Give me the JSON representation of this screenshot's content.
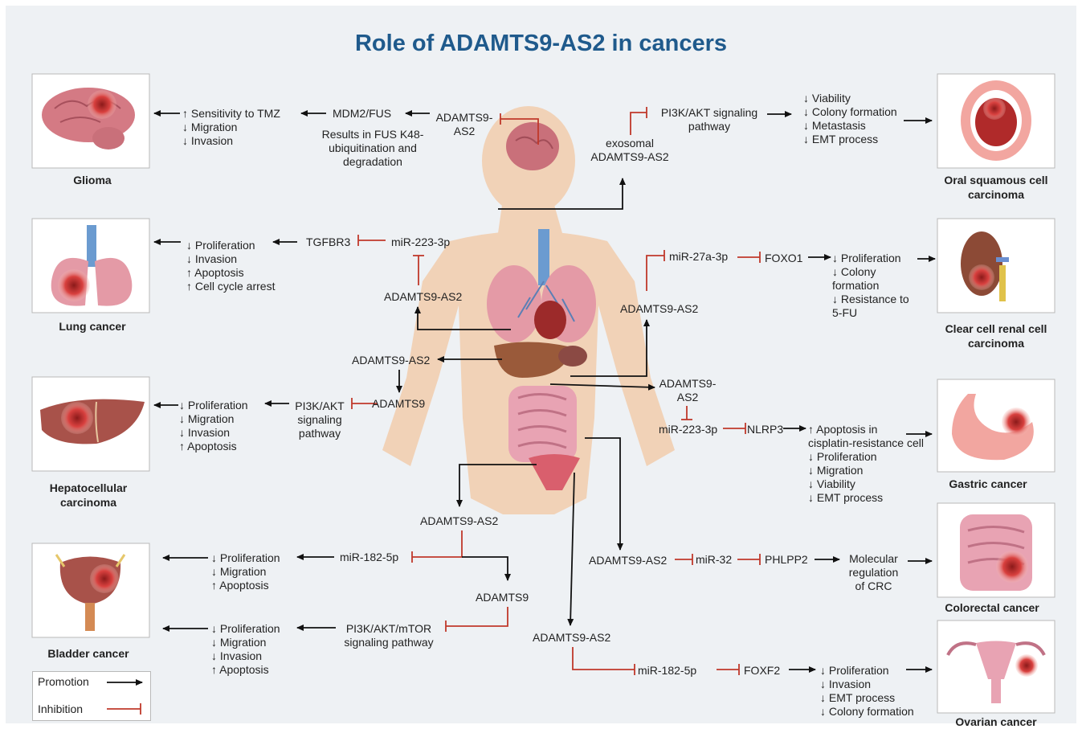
{
  "title": "Role of ADAMTS9-AS2 in cancers",
  "colors": {
    "title": "#1f5a8c",
    "promotion": "#111111",
    "inhibition": "#c0392b",
    "background": "#eef1f4"
  },
  "cancers": {
    "glioma": "Glioma",
    "lung": "Lung cancer",
    "hcc": "Hepatocellular\ncarcinoma",
    "bladder": "Bladder cancer",
    "oscc": "Oral squamous cell\ncarcinoma",
    "ccrcc": "Clear cell renal cell\ncarcinoma",
    "gastric": "Gastric cancer",
    "colorectal": "Colorectal cancer",
    "ovarian": "Ovarian cancer"
  },
  "nodes": {
    "glioma_effects": "↑ Sensitivity to TMZ\n↓ Migration\n↓ Invasion",
    "glioma_mdm2": "MDM2/FUS",
    "glioma_adamts": "ADAMTS9-\nAS2",
    "glioma_note": "Results in FUS K48-\nubiquitination and\ndegradation",
    "lung_effects": "↓ Proliferation\n↓ Invasion\n↑ Apoptosis\n↑ Cell cycle arrest",
    "lung_tgfbr3": "TGFBR3",
    "lung_mir": "miR-223-3p",
    "lung_adamts": "ADAMTS9-AS2",
    "hcc_adamts": "ADAMTS9-AS2",
    "hcc_adamts9": "ADAMTS9",
    "hcc_pi3k": "PI3K/AKT\nsignaling\npathway",
    "hcc_effects": "↓ Proliferation\n↓ Migration\n↓ Invasion\n↑ Apoptosis",
    "bladder_adamts": "ADAMTS9-AS2",
    "bladder_mir": "miR-182-5p",
    "bladder_effects1": "↓ Proliferation\n↓ Migration\n↑ Apoptosis",
    "bladder_adamts9": "ADAMTS9",
    "bladder_pi3k": "PI3K/AKT/mTOR\nsignaling pathway",
    "bladder_effects2": "↓ Proliferation\n↓ Migration\n↓ Invasion\n↑ Apoptosis",
    "oscc_exo": "exosomal\nADAMTS9-AS2",
    "oscc_pi3k": "PI3K/AKT signaling\npathway",
    "oscc_effects": "↓ Viability\n↓ Colony formation\n↓ Metastasis\n↓ EMT process",
    "rcc_adamts": "ADAMTS9-AS2",
    "rcc_mir": "miR-27a-3p",
    "rcc_foxo1": "FOXO1",
    "rcc_effects": "↓ Proliferation\n↓ Colony\nformation\n↓ Resistance to\n5-FU",
    "gastric_adamts": "ADAMTS9-\nAS2",
    "gastric_mir": "miR-223-3p",
    "gastric_nlrp3": "NLRP3",
    "gastric_effects": "↑ Apoptosis in\ncisplatin-resistance cell\n↓ Proliferation\n↓ Migration\n↓ Viability\n↓ EMT process",
    "crc_adamts": "ADAMTS9-AS2",
    "crc_mir": "miR-32",
    "crc_phlpp2": "PHLPP2",
    "crc_effects": "Molecular\nregulation\nof CRC",
    "ov_adamts": "ADAMTS9-AS2",
    "ov_mir": "miR-182-5p",
    "ov_foxf2": "FOXF2",
    "ov_effects": "↓ Proliferation\n↓ Invasion\n↓ EMT process\n↓ Colony formation"
  },
  "legend": {
    "promotion": "Promotion",
    "inhibition": "Inhibition"
  }
}
